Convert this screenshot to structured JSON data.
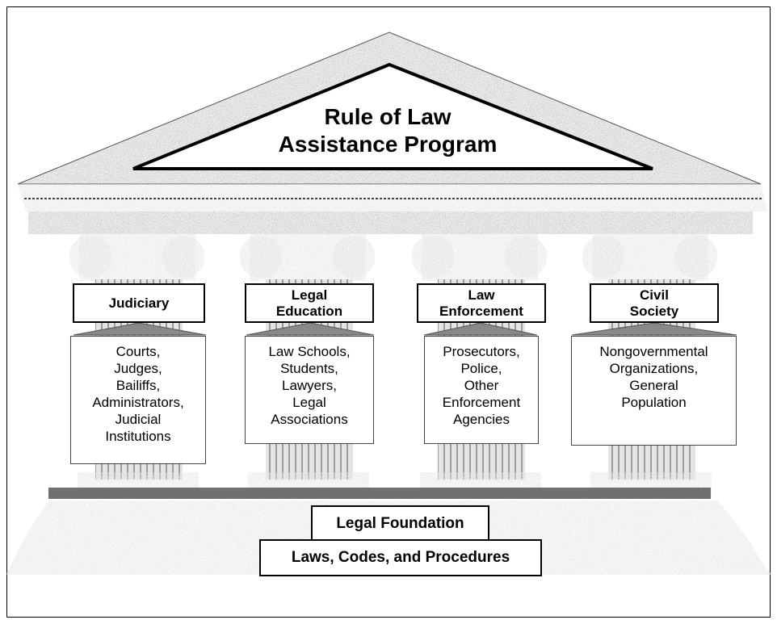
{
  "title": {
    "line1": "Rule of Law",
    "line2": "Assistance Program"
  },
  "pillars": [
    {
      "header": "Judiciary",
      "description": "Courts,\nJudges,\nBailiffs,\nAdministrators,\nJudicial\nInstitutions"
    },
    {
      "header": "Legal\nEducation",
      "description": "Law Schools,\nStudents,\nLawyers,\nLegal\nAssociations"
    },
    {
      "header": "Law\nEnforcement",
      "description": "Prosecutors,\nPolice,\nOther\nEnforcement\nAgencies"
    },
    {
      "header": "Civil\nSociety",
      "description": "Nongovernmental\nOrganizations,\nGeneral\nPopulation"
    }
  ],
  "foundation": {
    "label": "Legal Foundation",
    "sublabel": "Laws, Codes, and Procedures"
  }
}
